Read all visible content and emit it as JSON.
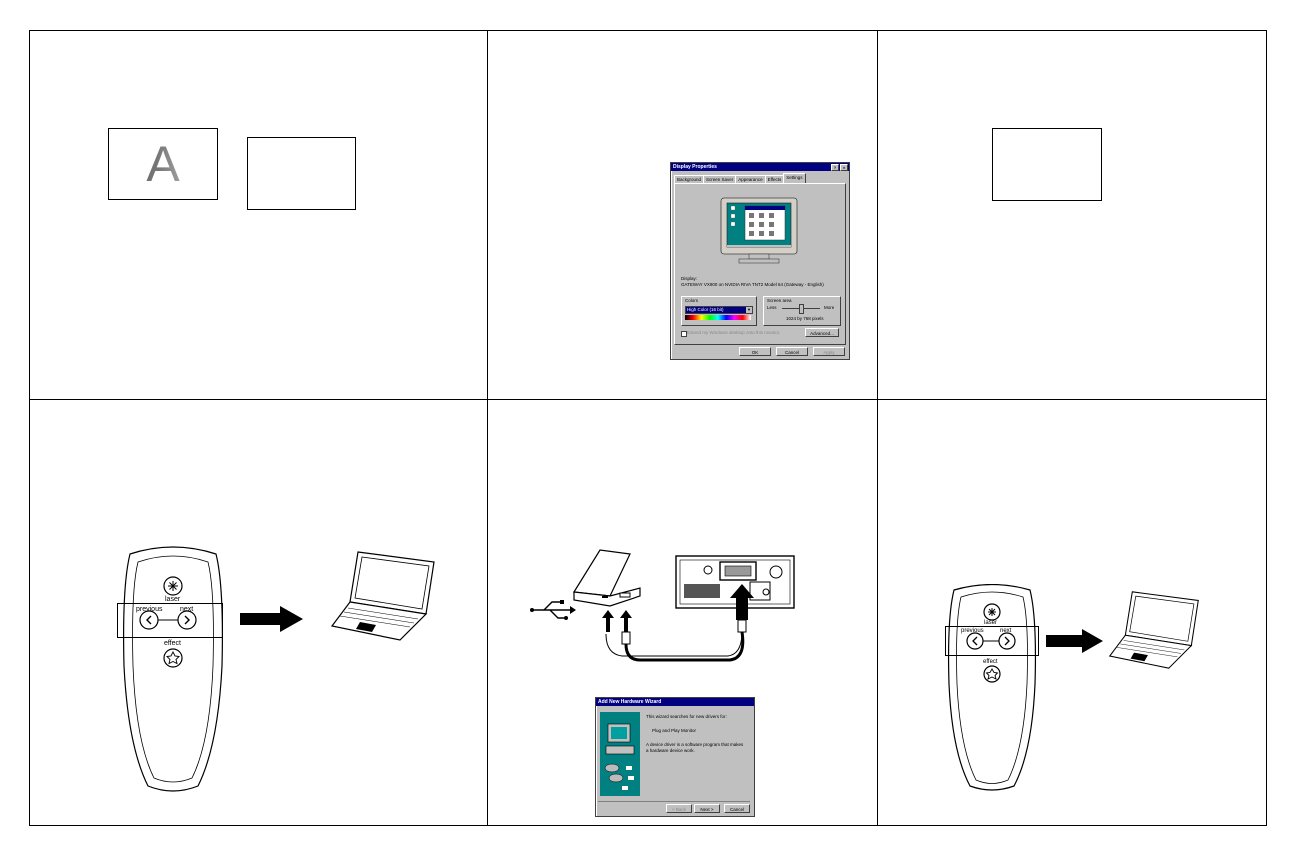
{
  "display_properties": {
    "title": "Display Properties",
    "title_buttons": [
      "?",
      "×"
    ],
    "tabs": [
      "Background",
      "Screen Saver",
      "Appearance",
      "Effects",
      "Settings"
    ],
    "active_tab": "Settings",
    "display_label": "Display:",
    "display_value": "GATEWAY VX900 on NVIDIA RIVA TNT2 Model 64 (Gateway - English)",
    "colors_label": "Colors",
    "colors_value": "High Color (16 bit)",
    "screen_area_label": "Screen area",
    "less_label": "Less",
    "more_label": "More",
    "resolution": "1024 by 768 pixels",
    "extend_checkbox_label": "Extend my Windows desktop onto this monitor.",
    "advanced_button": "Advanced...",
    "ok_button": "OK",
    "cancel_button": "Cancel",
    "apply_button": "Apply"
  },
  "remote_large": {
    "laser_label": "laser",
    "previous_label": "previous",
    "next_label": "next",
    "effect_label": "effect"
  },
  "remote_small": {
    "laser_label": "laser",
    "previous_label": "previous",
    "next_label": "next",
    "effect_label": "effect"
  },
  "big_letter": "A",
  "add_hardware_wizard": {
    "title": "Add New Hardware Wizard",
    "line1": "This wizard searches for new drivers for:",
    "device": "Plug and Play Monitor",
    "line2": "A device driver is a software program that makes a hardware device work.",
    "back_button": "< Back",
    "next_button": "Next >",
    "cancel_button": "Cancel"
  }
}
